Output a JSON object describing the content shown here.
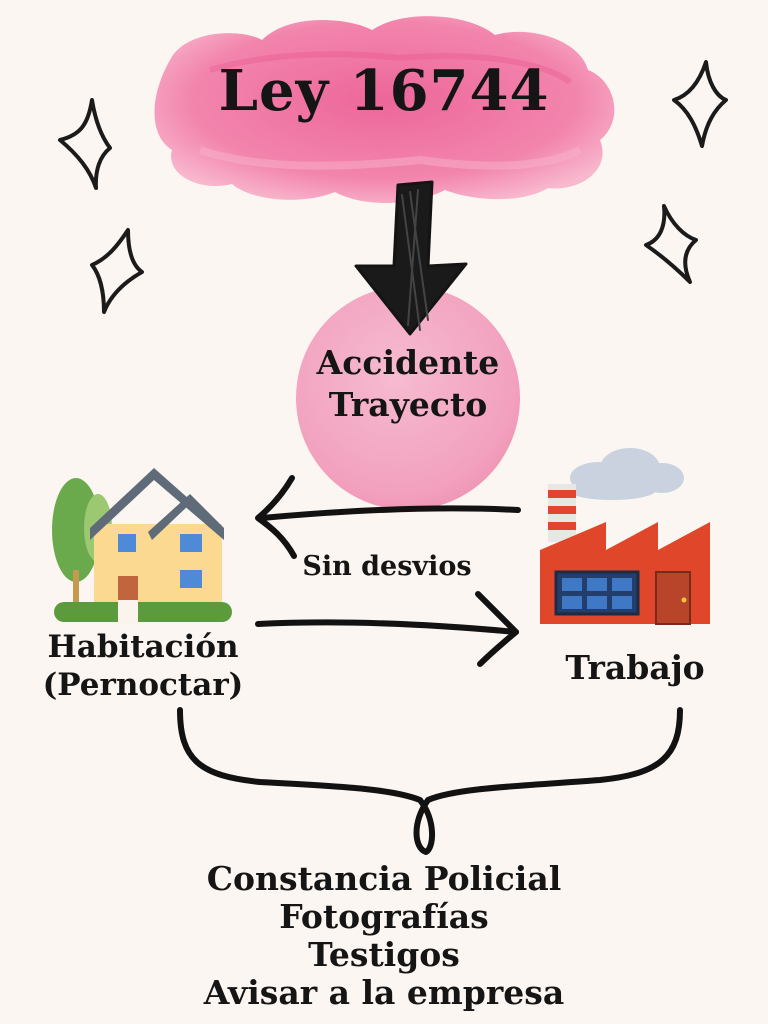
{
  "title": "Ley 16744",
  "center_node": {
    "line1": "Accidente",
    "line2": "Trayecto"
  },
  "route_label": "Sin desvios",
  "home_node": {
    "line1": "Habitación",
    "line2": "(Pernoctar)"
  },
  "work_node": {
    "label": "Trabajo"
  },
  "requirements": [
    "Constancia Policial",
    "Fotografías",
    "Testigos",
    "Avisar a la empresa"
  ],
  "colors": {
    "background": "#fcf6f2",
    "pink_cloud": "#f07aa6",
    "pink_circle": "#f3a9c3",
    "ink": "#151515",
    "factory": "#e0472a"
  }
}
